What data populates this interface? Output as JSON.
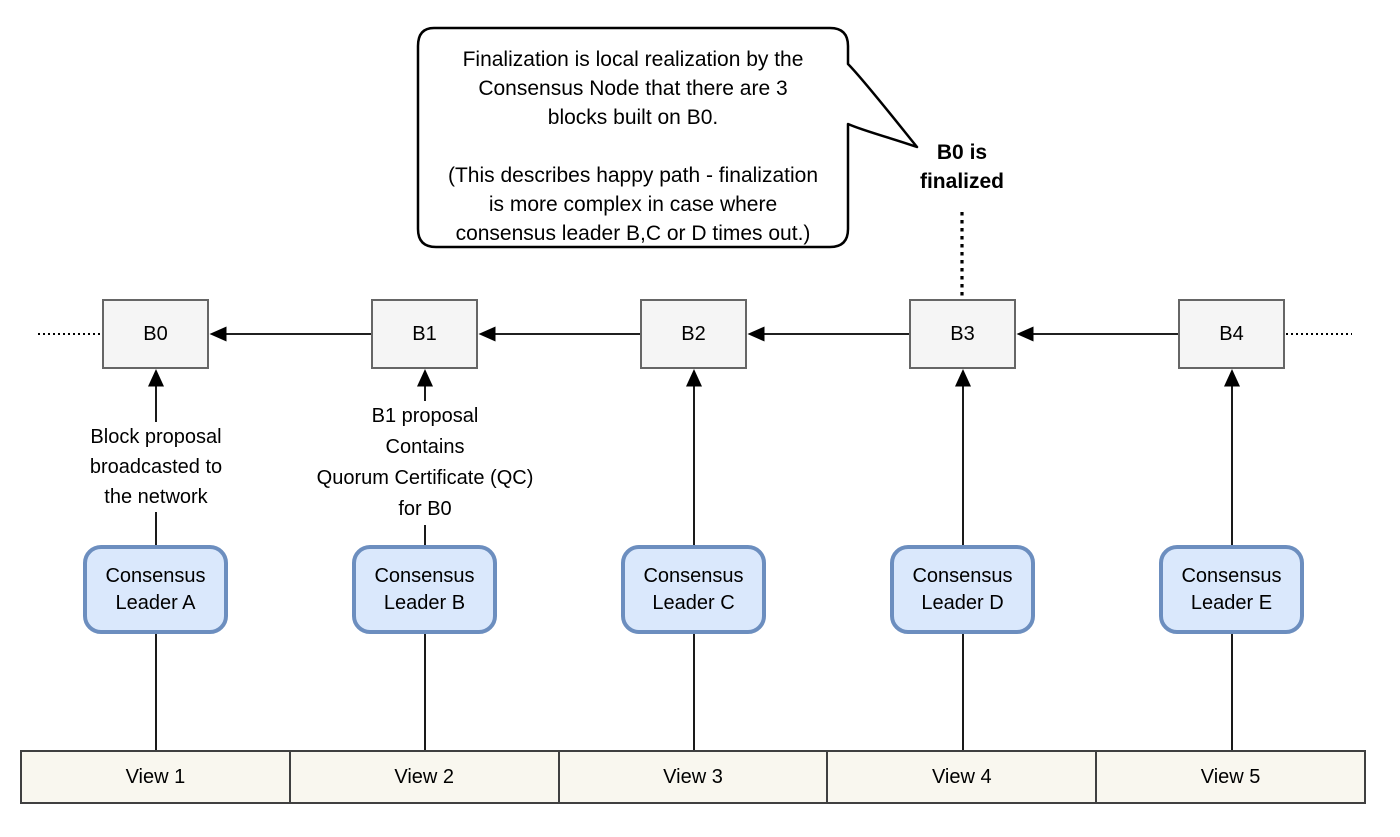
{
  "bubble": {
    "p1": [
      "Finalization is local realization by the",
      "Consensus Node that there are 3",
      "blocks built on B0."
    ],
    "p2": [
      "(This describes happy path - finalization",
      "is more complex in case where",
      "consensus leader B,C or D times out.)"
    ]
  },
  "finalized": {
    "line1": "B0 is",
    "line2": "finalized"
  },
  "blocks": [
    {
      "label": "B0"
    },
    {
      "label": "B1"
    },
    {
      "label": "B2"
    },
    {
      "label": "B3"
    },
    {
      "label": "B4"
    }
  ],
  "leaders": [
    {
      "line1": "Consensus",
      "line2": "Leader A"
    },
    {
      "line1": "Consensus",
      "line2": "Leader B"
    },
    {
      "line1": "Consensus",
      "line2": "Leader C"
    },
    {
      "line1": "Consensus",
      "line2": "Leader D"
    },
    {
      "line1": "Consensus",
      "line2": "Leader E"
    }
  ],
  "views": [
    {
      "label": "View 1"
    },
    {
      "label": "View 2"
    },
    {
      "label": "View 3"
    },
    {
      "label": "View 4"
    },
    {
      "label": "View 5"
    }
  ],
  "edge_labels": {
    "b0": [
      "Block proposal",
      "broadcasted to",
      "the network"
    ],
    "b1": [
      "B1 proposal",
      "Contains",
      "Quorum Certificate (QC)",
      "for B0"
    ]
  },
  "colors": {
    "block_fill": "#f5f5f5",
    "block_border": "#666666",
    "leader_fill": "#dae8fc",
    "leader_border": "#6c8ebf",
    "view_fill": "#f9f7ef",
    "view_border": "#404040",
    "line": "#000000"
  }
}
